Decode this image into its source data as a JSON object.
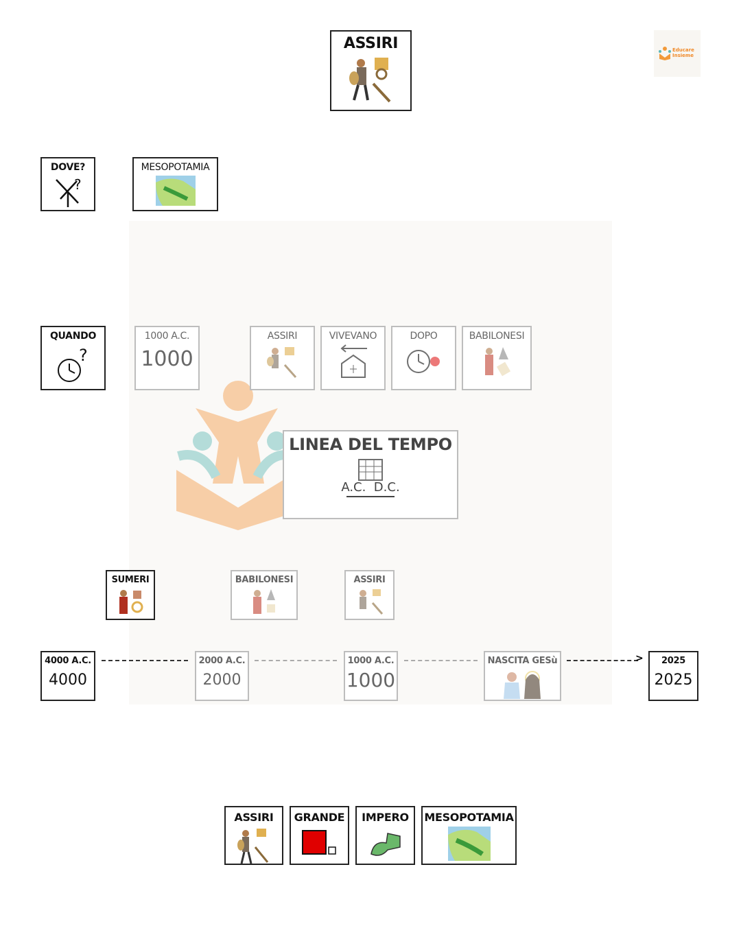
{
  "title_card": {
    "label": "ASSIRI",
    "icon": "assyrian-warrior-icon"
  },
  "logo": {
    "text": "Educare Insieme"
  },
  "where": {
    "question": "DOVE?",
    "answer": "MESOPOTAMIA"
  },
  "when": {
    "question": "QUANDO",
    "cards": [
      "1000 A.C.",
      "ASSIRI",
      "VIVEVANO",
      "DOPO",
      "BABILONESI"
    ],
    "number": "1000"
  },
  "concept": {
    "label": "LINEA DEL TEMPO",
    "ac": "A.C.",
    "dc": "D.C."
  },
  "civilizations": [
    "SUMERI",
    "BABILONESI",
    "ASSIRI"
  ],
  "timeline": [
    {
      "label": "4000 A.C.",
      "value": "4000"
    },
    {
      "label": "2000 A.C.",
      "value": "2000"
    },
    {
      "label": "1000 A.C.",
      "value": "1000"
    },
    {
      "label": "NASCITA GESù",
      "value": ""
    },
    {
      "label": "2025",
      "value": "2025"
    }
  ],
  "sentence": [
    "ASSIRI",
    "GRANDE",
    "IMPERO",
    "MESOPOTAMIA"
  ],
  "colors": {
    "watermark": "#f7c79a",
    "accent_red": "#e00000"
  }
}
